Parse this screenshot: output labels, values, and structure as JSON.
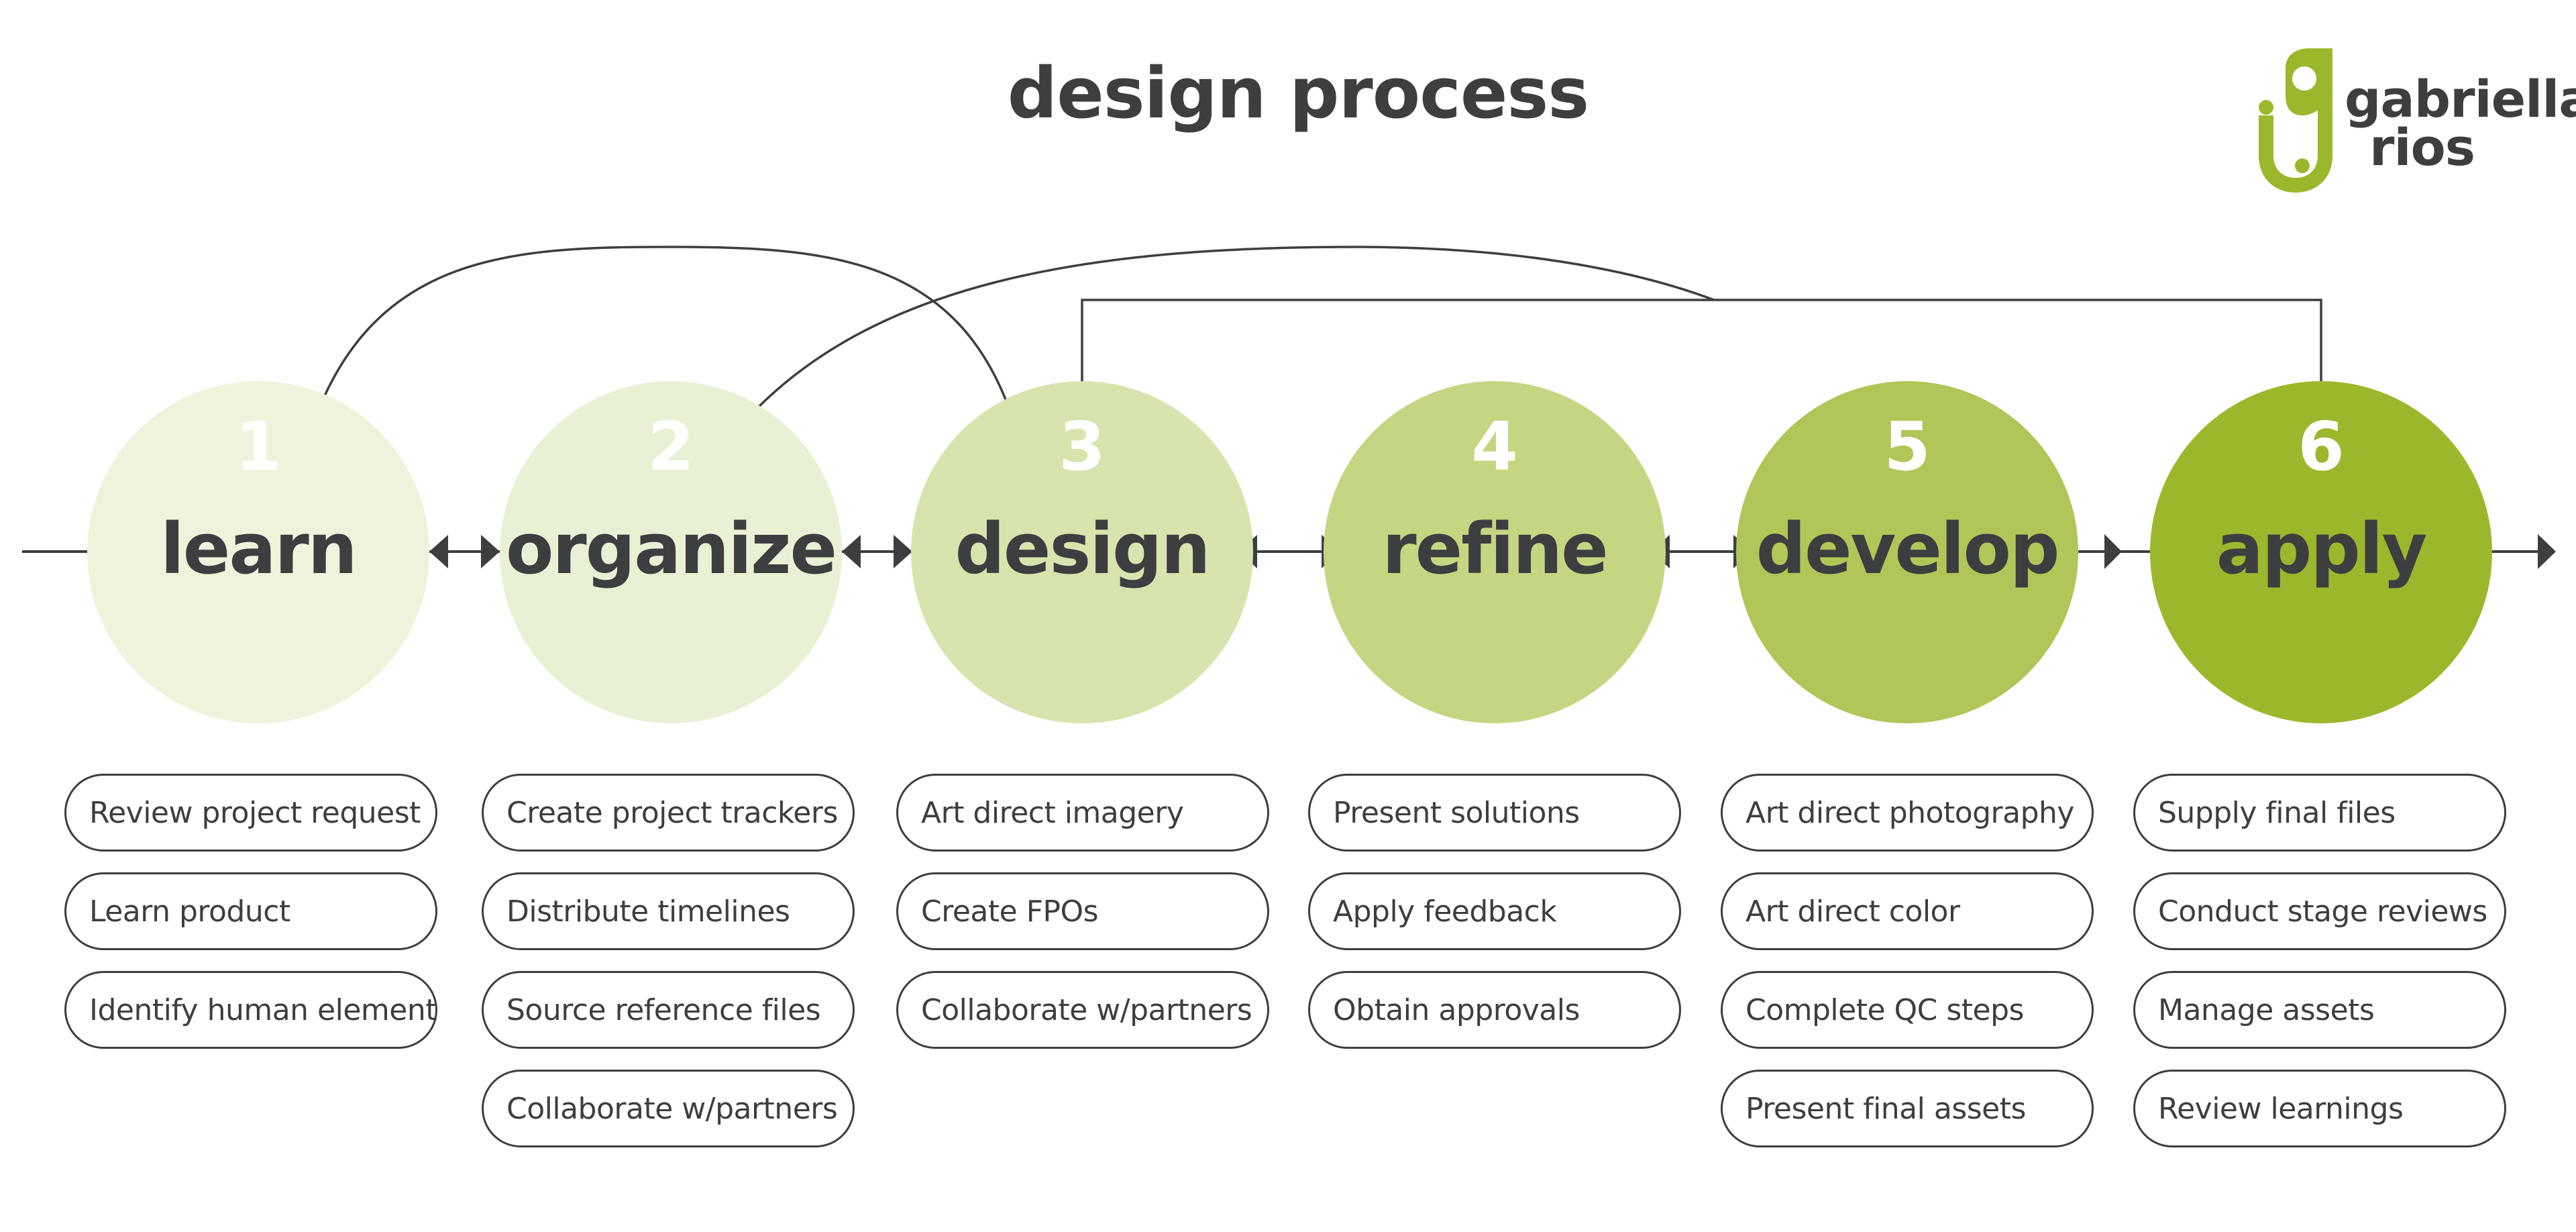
{
  "title": "design process",
  "logo": {
    "line1": "gabriella",
    "line2": "rios",
    "color": "#9bb82c"
  },
  "colors": {
    "ink": "#3e3e40",
    "step_fills": [
      "#eef4dc",
      "#e9f1d5",
      "#d8e4ad",
      "#c5d683",
      "#b0c658",
      "#9bb82c"
    ]
  },
  "steps": [
    {
      "number": "1",
      "label": "learn",
      "tasks": [
        "Review project request",
        "Learn product",
        "Identify human element"
      ]
    },
    {
      "number": "2",
      "label": "organize",
      "tasks": [
        "Create project trackers",
        "Distribute timelines",
        "Source reference files",
        "Collaborate w/partners"
      ]
    },
    {
      "number": "3",
      "label": "design",
      "tasks": [
        "Art direct imagery",
        "Create FPOs",
        "Collaborate w/partners"
      ]
    },
    {
      "number": "4",
      "label": "refine",
      "tasks": [
        "Present solutions",
        "Apply feedback",
        "Obtain approvals"
      ]
    },
    {
      "number": "5",
      "label": "develop",
      "tasks": [
        "Art direct photography",
        "Art direct color",
        "Complete QC steps",
        "Present final assets"
      ]
    },
    {
      "number": "6",
      "label": "apply",
      "tasks": [
        "Supply final files",
        "Conduct stage reviews",
        "Manage assets",
        "Review learnings"
      ]
    }
  ],
  "flow": {
    "links": [
      {
        "from": "1",
        "to": "2",
        "direction": "both"
      },
      {
        "from": "2",
        "to": "3",
        "direction": "both"
      },
      {
        "from": "3",
        "to": "4",
        "direction": "both"
      },
      {
        "from": "4",
        "to": "5",
        "direction": "both"
      },
      {
        "from": "5",
        "to": "6",
        "direction": "forward"
      }
    ],
    "loops": [
      {
        "between": [
          "1",
          "3"
        ],
        "direction": "both",
        "style": "arc"
      },
      {
        "from": "3-6 bracket",
        "to": "2",
        "style": "arc"
      },
      {
        "between": [
          "3",
          "6"
        ],
        "style": "bracket"
      }
    ]
  }
}
